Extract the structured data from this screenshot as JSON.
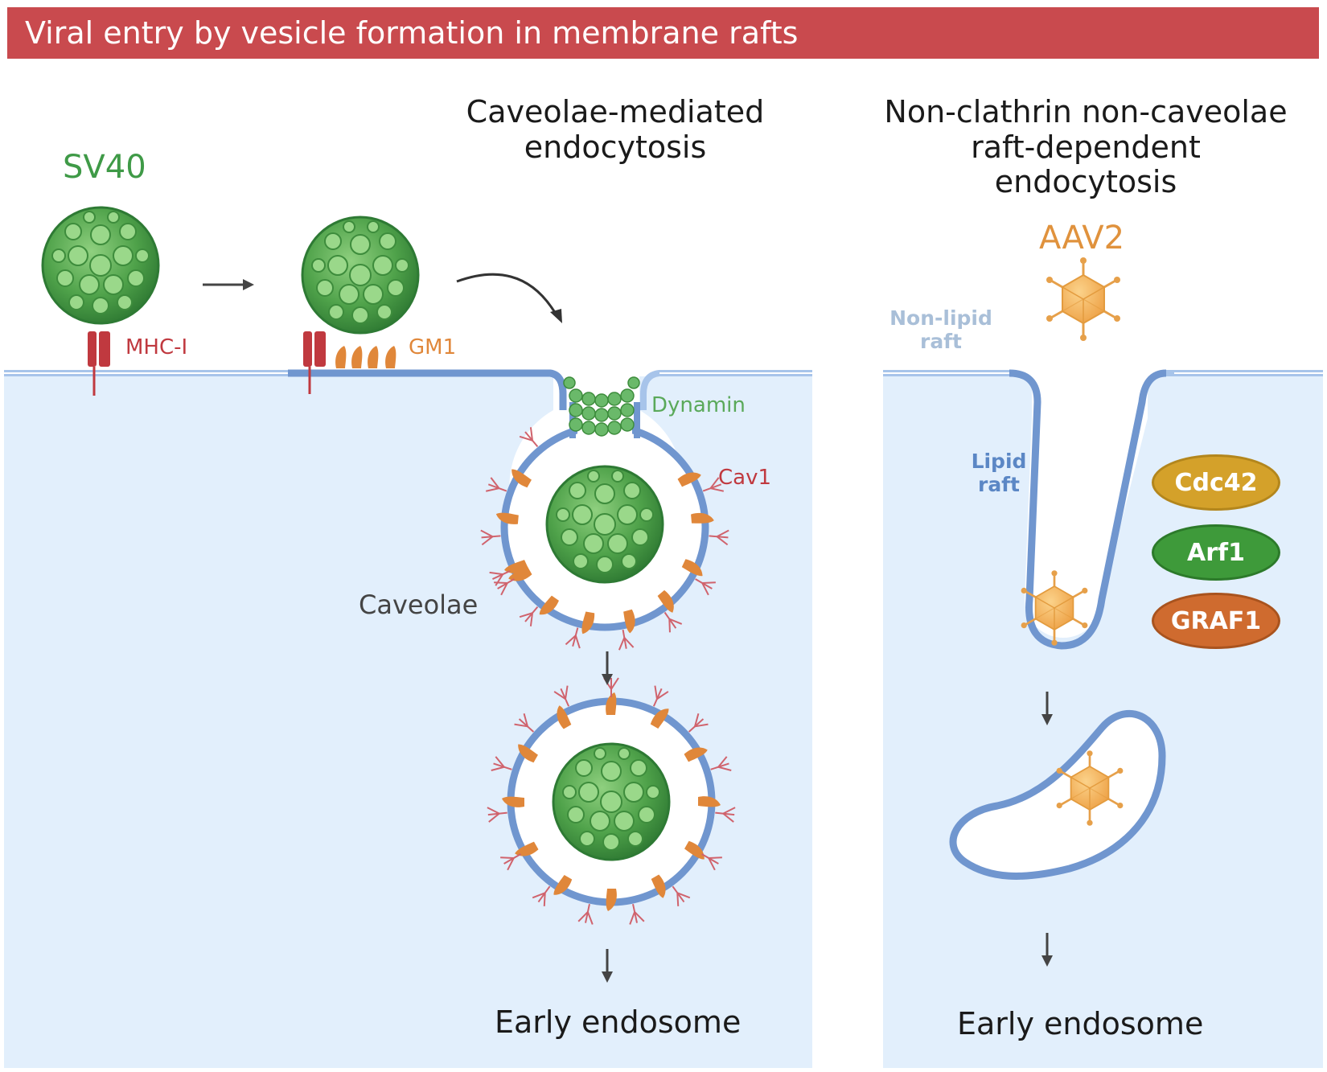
{
  "title": "Viral entry by vesicle formation in membrane rafts",
  "left_panel": {
    "heading": "Caveolae-mediated\nendocytosis",
    "virus_label": "SV40",
    "receptor_label": "MHC-I",
    "ganglioside_label": "GM1",
    "dynamin_label": "Dynamin",
    "caveolin_label": "Cav1",
    "caveolae_label": "Caveolae",
    "result_label": "Early endosome"
  },
  "right_panel": {
    "heading": "Non-clathrin non-caveolae\nraft-dependent endocytosis",
    "virus_label": "AAV2",
    "non_lipid_raft_label": "Non-lipid\nraft",
    "lipid_raft_label": "Lipid\nraft",
    "proteins": [
      {
        "label": "Cdc42",
        "color": "#d4a12a"
      },
      {
        "label": "Arf1",
        "color": "#3e9a3a"
      },
      {
        "label": "GRAF1",
        "color": "#cf6b2f"
      }
    ],
    "result_label": "Early endosome"
  },
  "colors": {
    "title_bar": "#c94a4e",
    "cytoplasm": "#e2effc",
    "membrane": "#a7c4ea",
    "raft_membrane": "#7096cf",
    "sv40_green": "#4fa24a",
    "sv40_label": "#3f9a47",
    "mhc_red": "#c0393f",
    "gm1_orange": "#e0873a",
    "dynamin_green": "#6ab96a",
    "aav2_orange": "#e6a04a",
    "non_lipid_raft_text": "#a9bfd8",
    "lipid_raft_text": "#5b87c5"
  }
}
